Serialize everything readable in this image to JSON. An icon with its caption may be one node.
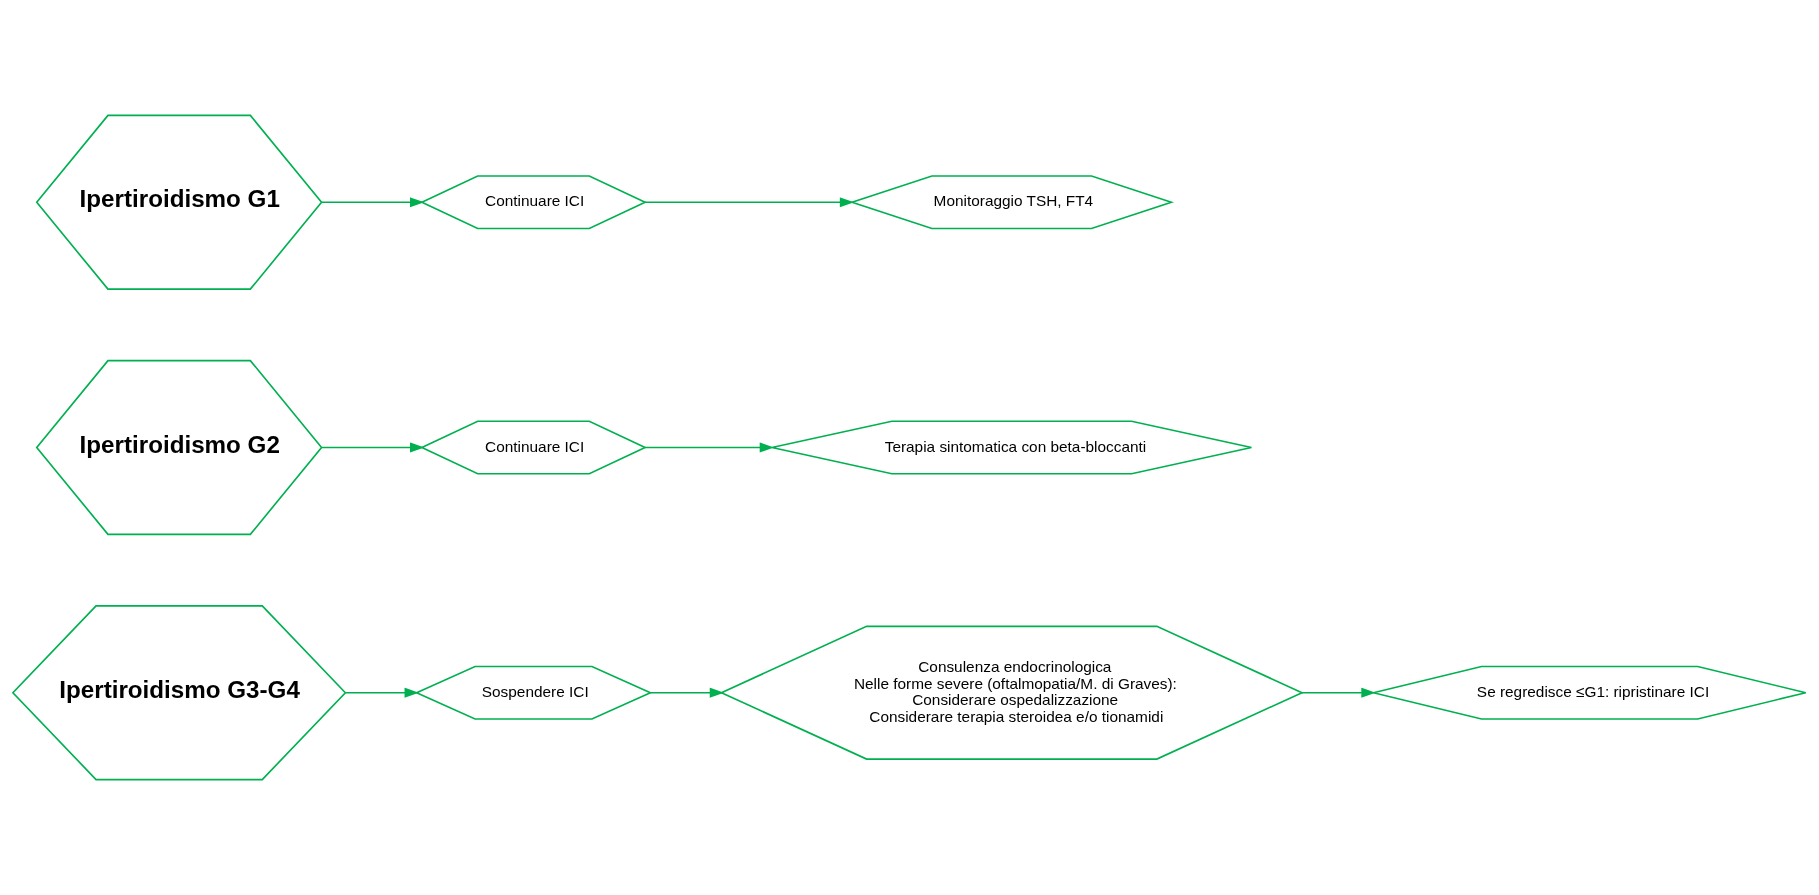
{
  "diagram": {
    "nodes": [
      {
        "text": [
          "Ipertiroidismo G1"
        ]
      },
      {
        "text": [
          "Continuare ICI"
        ]
      },
      {
        "text": [
          "Monitoraggio TSH, FT4"
        ]
      },
      {
        "text": [
          "Ipertiroidismo G2"
        ]
      },
      {
        "text": [
          "Continuare ICI"
        ]
      },
      {
        "text": [
          "Terapia sintomatica con beta-bloccanti"
        ]
      },
      {
        "text": [
          "Ipertiroidismo G3-G4"
        ]
      },
      {
        "text": [
          "Sospendere ICI"
        ]
      },
      {
        "text": [
          "Consulenza endocrinologica",
          "Nelle forme severe (oftalmopatia/M. di Graves):",
          "Considerare ospedalizzazione",
          "Considerare terapia steroidea e/o tionamidi"
        ]
      },
      {
        "text": [
          "Se regredisce ≤G1: ripristinare ICI"
        ]
      }
    ],
    "edges": [
      {
        "from": 0,
        "to": 1,
        "arrow": "to"
      },
      {
        "from": 1,
        "to": 2,
        "arrow": "to"
      },
      {
        "from": 3,
        "to": 4,
        "arrow": "to"
      },
      {
        "from": 4,
        "to": 5,
        "arrow": "to"
      },
      {
        "from": 6,
        "to": 7,
        "arrow": "to"
      },
      {
        "from": 7,
        "to": 8,
        "arrow": "to"
      },
      {
        "from": 8,
        "to": 9,
        "arrow": "to"
      }
    ]
  }
}
